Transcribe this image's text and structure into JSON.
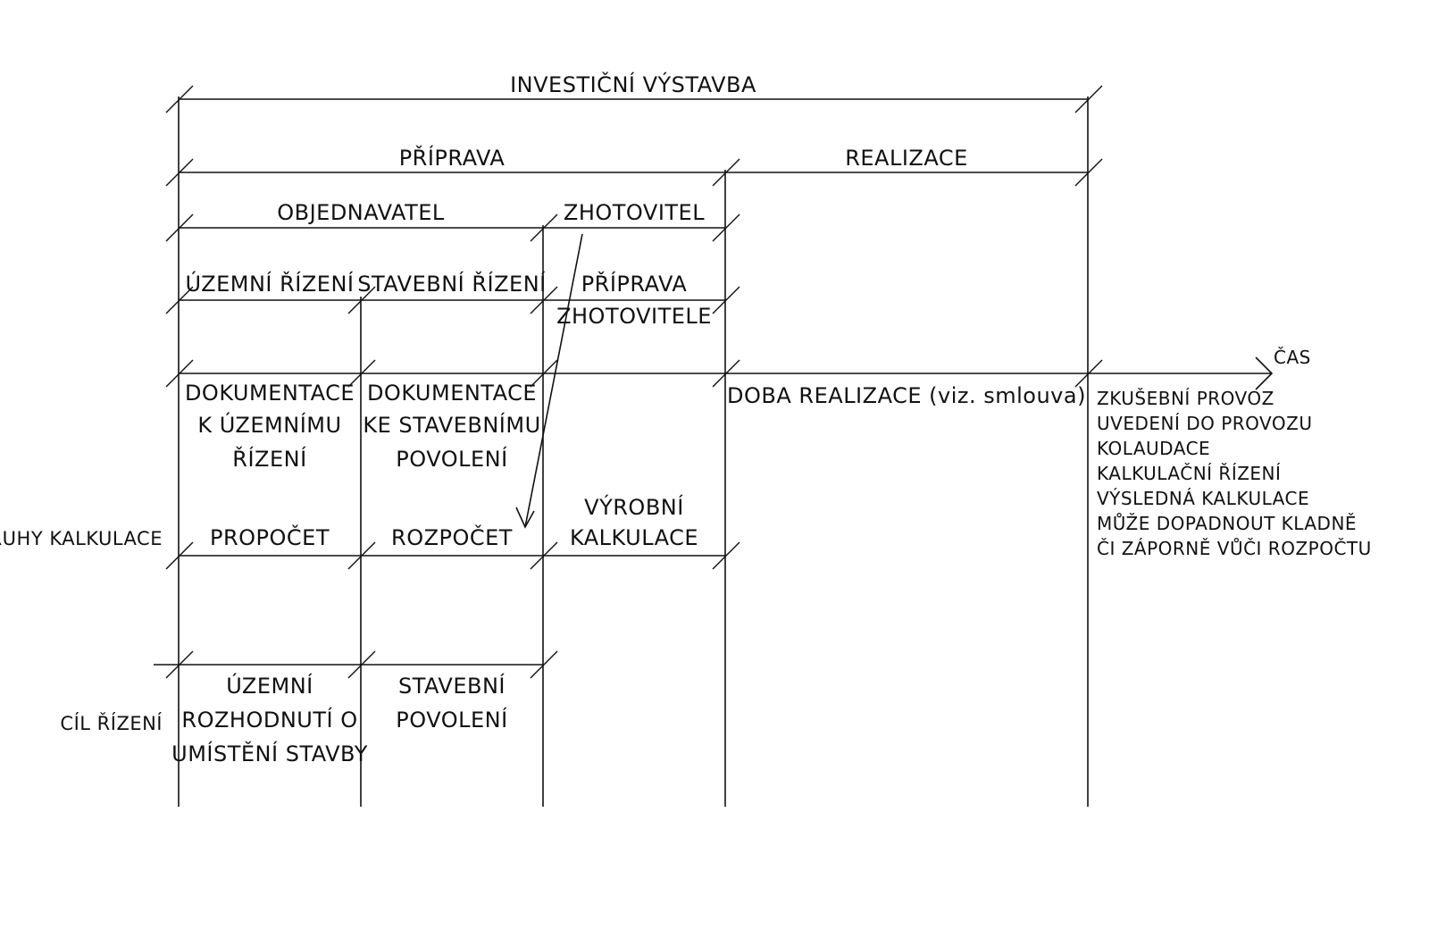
{
  "title": "INVESTIČNÍ VÝSTAVBA",
  "phases": {
    "priprava": "PŘÍPRAVA",
    "realizace": "REALIZACE"
  },
  "parties": {
    "objednavatel": "OBJEDNAVATEL",
    "zhotovitel": "ZHOTOVITEL"
  },
  "proceedings": {
    "uzemni": "ÚZEMNÍ ŘÍZENÍ",
    "stavebni": "STAVEBNÍ ŘÍZENÍ",
    "priprava_zhotovitele": [
      "PŘÍPRAVA",
      "ZHOTOVITELE"
    ]
  },
  "time_axis": "ČAS",
  "documentation": {
    "uzemni": [
      "DOKUMENTACE",
      "K ÚZEMNÍMU",
      "ŘÍZENÍ"
    ],
    "stavebni": [
      "DOKUMENTACE",
      "KE STAVEBNÍMU",
      "POVOLENÍ"
    ],
    "doba_realizace": "DOBA REALIZACE (viz. smlouva)"
  },
  "after_realization": [
    "ZKUŠEBNÍ PROVOZ",
    "UVEDENÍ DO PROVOZU",
    "KOLAUDACE",
    "KALKULAČNÍ ŘÍZENÍ",
    "VÝSLEDNÁ KALKULACE",
    "MŮŽE DOPADNOUT KLADNĚ",
    "ČI ZÁPORNĚ VŮČI ROZPOČTU"
  ],
  "calculations": {
    "row_label": "DRUHY KALKULACE",
    "propocet": "PROPOČET",
    "rozpocet": "ROZPOČET",
    "vyrobni": [
      "VÝROBNÍ",
      "KALKULACE"
    ]
  },
  "goals": {
    "row_label": "CÍL ŘÍZENÍ",
    "uzemni": [
      "ÚZEMNÍ",
      "ROZHODNUTÍ O",
      "UMÍSTĚNÍ STAVBY"
    ],
    "stavebni": [
      "STAVEBNÍ",
      "POVOLENÍ"
    ]
  }
}
